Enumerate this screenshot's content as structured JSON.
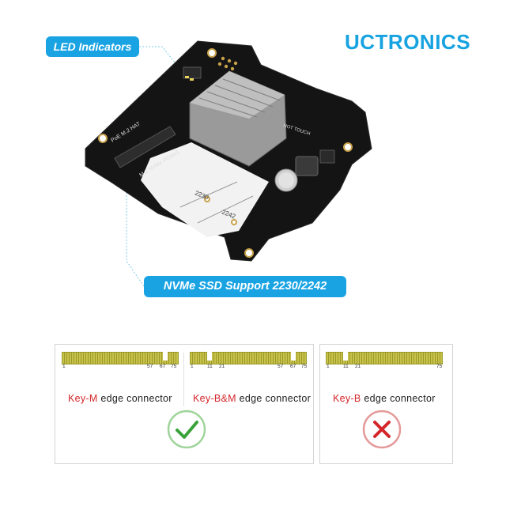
{
  "brand": {
    "logo_text": "UCTRONICS",
    "color": "#17a3e0"
  },
  "callouts": {
    "led": "LED Indicators",
    "nvme": "NVMe SSD Support 2230/2242",
    "color": "#1aa3e3"
  },
  "board": {
    "silk_hat": "PoE M.2 HAT",
    "silk_nvme": "M.2 NVMe PCIex1",
    "size_2230": "2230",
    "size_2242": "2242",
    "warning": "NOT TOUCH"
  },
  "connectors": [
    {
      "key": "Key-M",
      "suffix": " edge connector",
      "pins": [
        "1",
        "57",
        "67",
        "75"
      ],
      "compatible": true,
      "icon": "checkmark-icon"
    },
    {
      "key": "Key-B&M",
      "suffix": " edge connector",
      "pins": [
        "1",
        "11",
        "21",
        "57",
        "67",
        "75"
      ],
      "compatible": true,
      "icon": "checkmark-icon"
    },
    {
      "key": "Key-B",
      "suffix": " edge connector",
      "pins": [
        "1",
        "11",
        "21",
        "75"
      ],
      "compatible": false,
      "icon": "cross-icon"
    }
  ],
  "colors": {
    "gold": "#c9c24a",
    "ok": "#3aa23a",
    "bad": "#d4262a"
  }
}
